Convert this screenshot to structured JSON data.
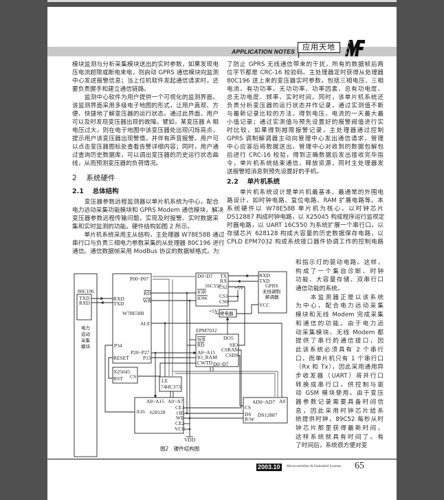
{
  "header": {
    "section_en": "APPLICATION NOTES",
    "section_cn": "应用天地",
    "logo_text": "MC"
  },
  "left_column": [
    {
      "type": "p",
      "lines": [
        "模块监测与分析采集模块送出的实时参数，如果发现电",
        "压电流超限或断电来电，则启动 GPRS 通信模块向监测",
        "中心发送报警信息；当上位机软件发起通信请求时，还",
        "要负责握手和建立通信链路。"
      ]
    },
    {
      "type": "p",
      "lines": [
        "　　监测中心软件为用户提供一个可视化的监测界面。",
        "该监测界面采用多级电子地图的形式，让用户直观、方",
        "便、快捷地了解变压器的运行状态。通过此界面，用户",
        "可以及时发现变压器出现的故障。譬如，某变压器 A 相",
        "电压过大，则在电子地图中该变压器处出现闪烁亮点，",
        "提示用户该变压器出现警情，并伴有声音报警。用户可",
        "以点击变压器图标处查看告警详细内容；同时，用户通",
        "过查询历史数据库，可以调出变压器的历史运行状态曲",
        "线，从而预测变压器的负荷情况。"
      ]
    },
    {
      "type": "h1",
      "text": "2　 系统硬件"
    },
    {
      "type": "h2",
      "text": "2.1　 总体结构"
    },
    {
      "type": "p",
      "lines": [
        "　　变压器参数远程监测器以单片机系统为中心，配合",
        "电力远动采集功能模块和 GPRS Modem 通信模块，解决",
        "变压器参数远程传输问题，实现及时报警、实时数据采",
        "集和实时监测的功能。硬件结构如图 2 所示。"
      ]
    },
    {
      "type": "p",
      "lines": [
        "　　单片机系统采用主从结构，主处理器 W78E58B 通过",
        "串行口与负责三相电力参数采集的从处理器 80C196 进行",
        "通信。通信数据帧采用 ModBus 协议的数据帧格式。为"
      ]
    }
  ],
  "right_column": [
    {
      "type": "p",
      "lines": [
        "了防止 GPRS 无线通信带来的干扰，所有的数据帧后两",
        "位字节都是 CRC-16 校验码。主处理器定时获得从处理器",
        "80C196 送上来的变压器实时参数，包括三相电压、三相",
        "电流、有功功率、无功功率、功率因素、总有功电度、",
        "总无功电度、频率、实时时间。同时，该单片机系统还",
        "负责分析变压器的运行状态并作记录，通过实测值不断",
        "与最新记录比较的方法，得到电压、电流的一天最大最",
        "小值记录；通过实测值与预先设置好的报警阀值进行实",
        "时比较，如果得到越限报警记录，主处理器通过控制",
        "GPRS 调制解调器主动向管理中心发出通信请求，管理",
        "中心应答后将数据送出。管理中心对收到的数据包解包",
        "后进行 CRC-16 校验，得到正确数据后发出接收完毕指",
        "令，单片机系统结束通信，释放资源，同时主处理器发",
        "送报警短消息到预先设置好的手机。"
      ]
    },
    {
      "type": "h2",
      "text": "2.2　 单片机系统"
    },
    {
      "type": "p",
      "cont": true,
      "lines": [
        "　　单片机系统设计是单片机最基本、最通常的外围电",
        "路设计，如时钟电路、复位电路、RAM 扩展电路等。本",
        "系统硬件以 W78E58B 单片机为核心，以时钟芯片",
        "DS12887 构成时钟电路，以 X25045 构成程序运行监视定",
        "时器电路，以 UART 16C550 为系统扩展一个串行口，以",
        "存储芯片 628128 构成大容量的历史数据保存电路，以",
        "CPLD EPM7032 构成系统接口器件协调工作的控制电路"
      ]
    }
  ],
  "right_narrow_column": [
    {
      "type": "p",
      "lines": [
        "和指示灯的驱动电路。这样，",
        "构成了一个集自诊断、时钟",
        "功能、大容量存储、双串行口",
        "通信功能的系统。"
      ]
    },
    {
      "type": "p",
      "cont": true,
      "lines": [
        "　　本监测器正是以该系统",
        "为中心，配合电力远动采集",
        "模块和无线 Modem 完成采集",
        "和通信的功能。由于电力远",
        "动采集模块、无线 Modem 都",
        "提供了串行的通信接口，因",
        "此该系统必须具有 2 个串行",
        "口，而单片机只有 1 个串行口",
        "（Rx 和 Tx），因此采用通用异",
        "步收发器（UART）将并行口",
        "转换成串行口，供控制与驱",
        "动 GSM 模块使用。由于变压",
        "器参数记录需要具备时间信",
        "息，因此采用时钟芯片给系",
        "统提供时钟，89C52 每秒从时",
        "钟芯片那里获得最新时间，",
        "这样系统就具有时间了。有",
        "了时间后，系统很方便对变"
      ]
    }
  ],
  "figure": {
    "caption": "图2　硬件结构图",
    "labels": {
      "c196": "80C196",
      "c196_txd": "TXD",
      "c196_rxd": "RXD",
      "module1": "电力",
      "module2": "远动",
      "module3": "采集",
      "module4": "模块",
      "w_p0": "P00~P07",
      "w_rd": "RD",
      "w_wr": "WR",
      "w_rxd": "RXD",
      "w_txd": "TXD",
      "w_name": "W78E58B",
      "w_ale": "ALE",
      "w_p34": "P34",
      "w_p2": "P20~P27",
      "w_reset": "RESET",
      "w_p15": "P15",
      "u_d": "D0~D7",
      "u_name": "16C550",
      "u_ior": "IOR",
      "u_iow": "IOW",
      "u_tx": "TX",
      "u_rx": "RX",
      "u_cs2": "CS2",
      "u_cs1": "CS1",
      "u_cs0": "CS0",
      "plus5v_a": "+5V",
      "plus5v_b": "+5V",
      "g_rxd": "RXD",
      "g_txd": "TXD",
      "g_name": "GPRS",
      "g_cn1": "无线调制",
      "g_cn2": "解调器",
      "g_vcc": "VCC",
      "relay": "继电器",
      "e_name": "EPM7032",
      "e_do5": "DO5",
      "e_wr": "WR",
      "e_rd": "RD",
      "e_sio": "SIO",
      "e_a": "A8~A15",
      "e_csram": "CSRAM",
      "e_ioram": "IO_RAM",
      "e_csds": "CSDS",
      "e_cwtd": "CWTD",
      "e_d": "D0~D7",
      "x_name": "X25045",
      "x_rst": "RST",
      "x_cs": "CS",
      "l_le": "LE",
      "l_name": "74HC373",
      "m_a": "A8~A15",
      "m_a0": "A0~A7",
      "m_a16": "A16",
      "m_name": "628128",
      "m_ce1": "CE1",
      "m_oe": "OE",
      "m_we": "WE",
      "m_ce2": "CE2",
      "m_vcc": "VCC",
      "vdd": "VDD",
      "d_ad": "AD0~AD7",
      "d_as": "AS",
      "d_cs": "CS",
      "d_ds": "DS",
      "d_name": "DS12887",
      "d_rw": "R/W"
    }
  },
  "footer": {
    "issue": "2003.10",
    "magazine": "Microcontrollers & Embedded Systems",
    "page_number": "65"
  }
}
